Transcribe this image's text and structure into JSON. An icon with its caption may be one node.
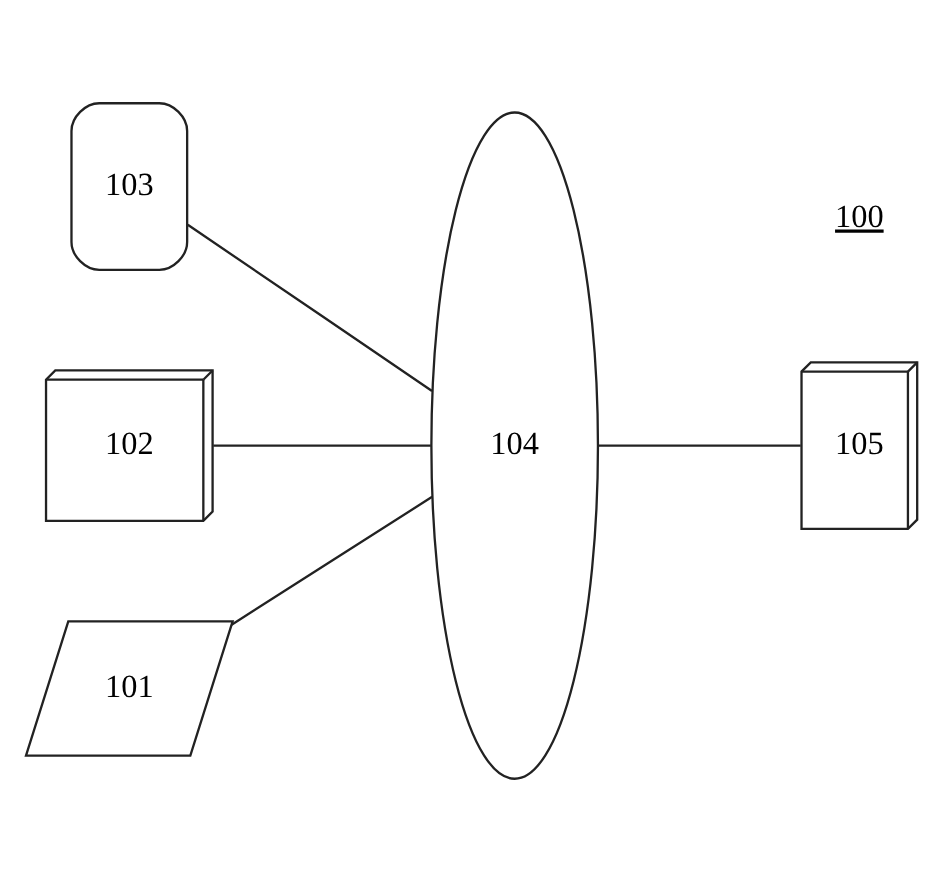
{
  "diagram": {
    "nodes": [
      {
        "text": [
          "103"
        ]
      },
      {
        "text": [
          "102"
        ]
      },
      {
        "text": [
          "101"
        ]
      },
      {
        "text": [
          "104"
        ]
      },
      {
        "text": [
          "105"
        ]
      }
    ],
    "edges": [
      {
        "from": 0,
        "to": 3,
        "arrow": "none"
      },
      {
        "from": 1,
        "to": 3,
        "arrow": "none"
      },
      {
        "from": 2,
        "to": 3,
        "arrow": "none"
      },
      {
        "from": 3,
        "to": 4,
        "arrow": "none"
      }
    ],
    "labels": [
      "100"
    ]
  }
}
